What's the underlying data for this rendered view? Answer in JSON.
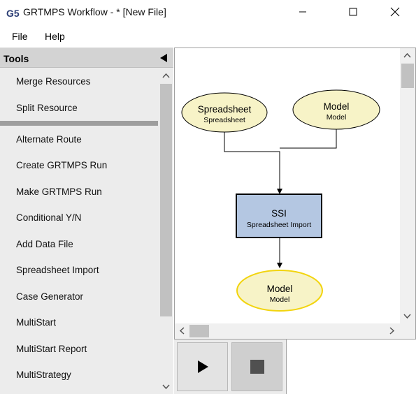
{
  "window": {
    "title": "GRTMPS Workflow - * [New File]",
    "app_icon_text": "G5"
  },
  "menu": {
    "items": [
      "File",
      "Help"
    ]
  },
  "tools": {
    "header": "Tools",
    "items": [
      "Merge Resources",
      "Split Resource",
      "Alternate Route",
      "Create GRTMPS Run",
      "Make GRTMPS Run",
      "Conditional Y/N",
      "Add Data File",
      "Spreadsheet Import",
      "Case Generator",
      "MultiStart",
      "MultiStart Report",
      "MultiStrategy"
    ]
  },
  "workflow": {
    "nodes": [
      {
        "title": "Spreadsheet",
        "subtitle": "Spreadsheet"
      },
      {
        "title": "Model",
        "subtitle": "Model"
      },
      {
        "title": "SSI",
        "subtitle": "Spreadsheet Import"
      },
      {
        "title": "Model",
        "subtitle": "Model"
      }
    ]
  },
  "colors": {
    "ellipse_fill": "#f7f3c7",
    "ellipse_selected_stroke": "#f2d40e",
    "process_fill": "#b4c7e2"
  }
}
